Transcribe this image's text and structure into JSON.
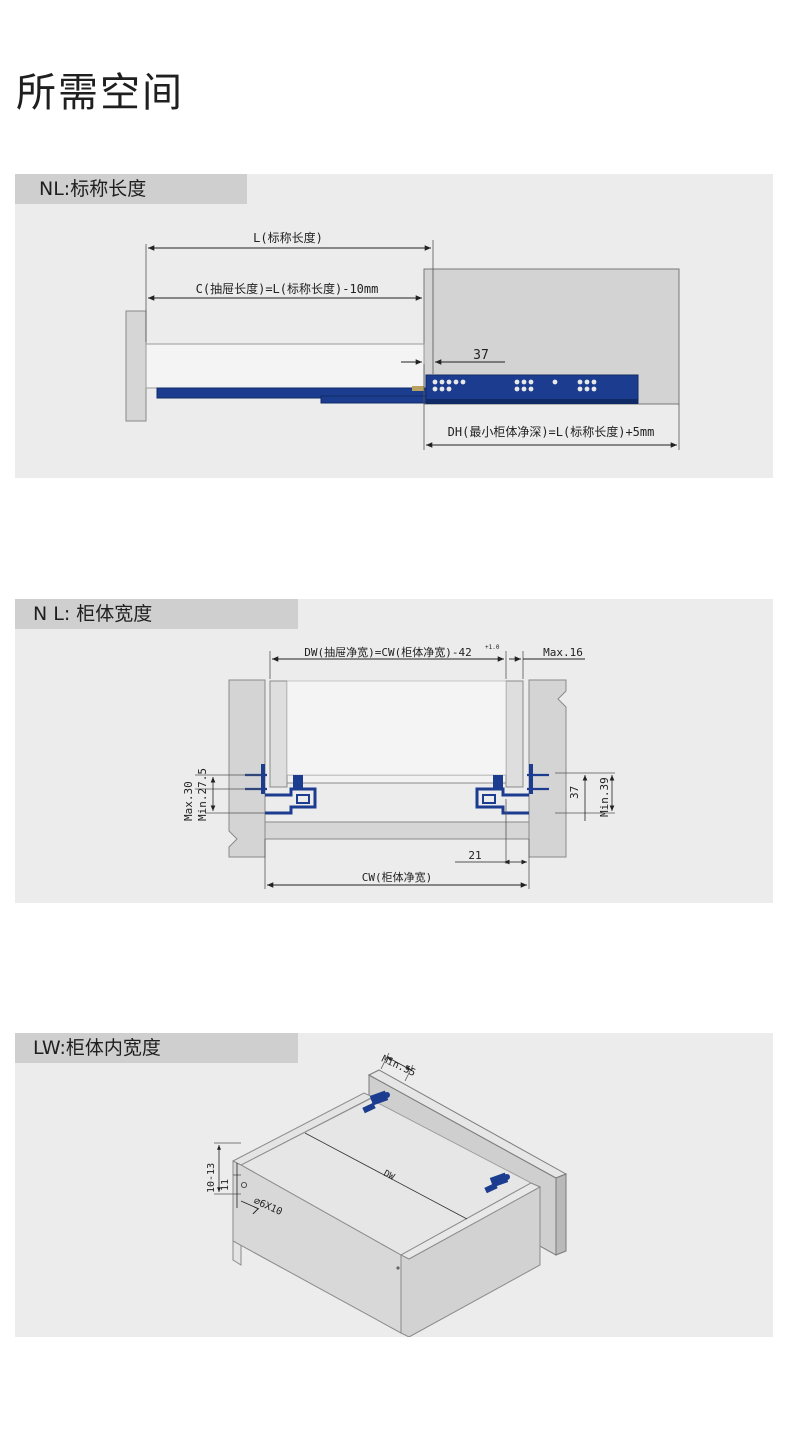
{
  "page": {
    "title": "所需空间"
  },
  "sections": [
    {
      "tag": "NL:标称长度",
      "labels": {
        "l_dim": "L(标称长度)",
        "c_dim": "C(抽屉长度)=L(标称长度)-10mm",
        "gap": "37",
        "dh_dim": "DH(最小柜体净深)=L(标称长度)+5mm"
      }
    },
    {
      "tag": "N L:  柜体宽度",
      "labels": {
        "dw_dim": "DW(抽屉净宽)=CW(柜体净宽)-42",
        "tol": "+1.0",
        "max16": "Max.16",
        "max30": "Max.30",
        "min275": "Min.27.5",
        "d37": "37",
        "min39": "Min.39",
        "d21": "21",
        "cw_dim": "CW(柜体净宽)"
      }
    },
    {
      "tag": "LW:柜体内宽度",
      "labels": {
        "min55": "Min.55",
        "dw": "DW",
        "d1013": "10-13",
        "d11": "11",
        "hole": "⌀6X10",
        "d7": "7"
      }
    }
  ],
  "colors": {
    "rail": "#1c3d8f",
    "rail_dark": "#102a66",
    "panel": "#ececec",
    "tag": "#cfcfcf",
    "board": "#d6d6d6"
  }
}
